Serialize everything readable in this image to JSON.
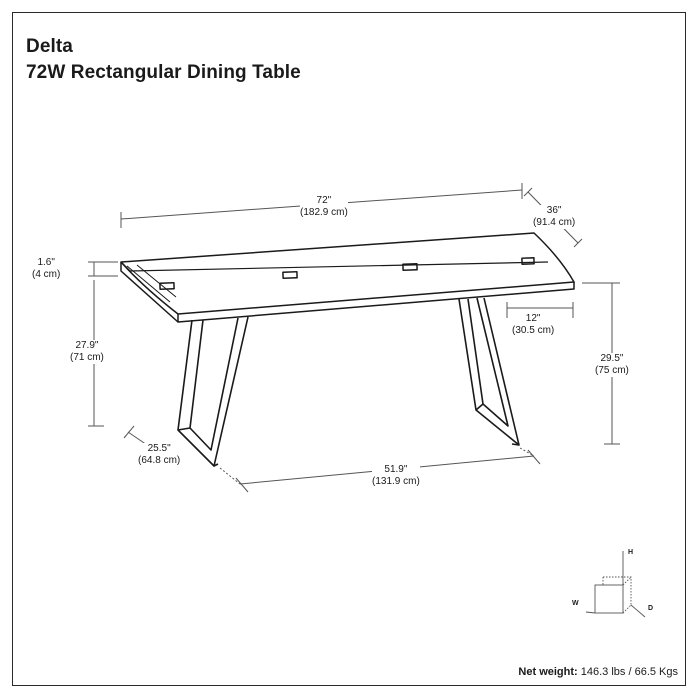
{
  "product": {
    "name": "Delta",
    "description": "72W Rectangular Dining Table"
  },
  "dimensions": {
    "width": {
      "imperial": "72\"",
      "metric": "(182.9 cm)"
    },
    "depth": {
      "imperial": "36\"",
      "metric": "(91.4 cm)"
    },
    "top_thickness": {
      "imperial": "1.6\"",
      "metric": "(4 cm)"
    },
    "under_clearance": {
      "imperial": "27.9\"",
      "metric": "(71 cm)"
    },
    "overhang": {
      "imperial": "12\"",
      "metric": "(30.5 cm)"
    },
    "height": {
      "imperial": "29.5\"",
      "metric": "(75 cm)"
    },
    "leg_depth": {
      "imperial": "25.5\"",
      "metric": "(64.8 cm)"
    },
    "between_legs": {
      "imperial": "51.9\"",
      "metric": "(131.9 cm)"
    }
  },
  "legend": {
    "h": "H",
    "w": "W",
    "d": "D"
  },
  "footer": {
    "label": "Net weight:",
    "value": "146.3 lbs / 66.5 Kgs"
  },
  "colors": {
    "line": "#1a1a1a",
    "dimension_line": "#555555",
    "frame": "#2a2a2a"
  }
}
